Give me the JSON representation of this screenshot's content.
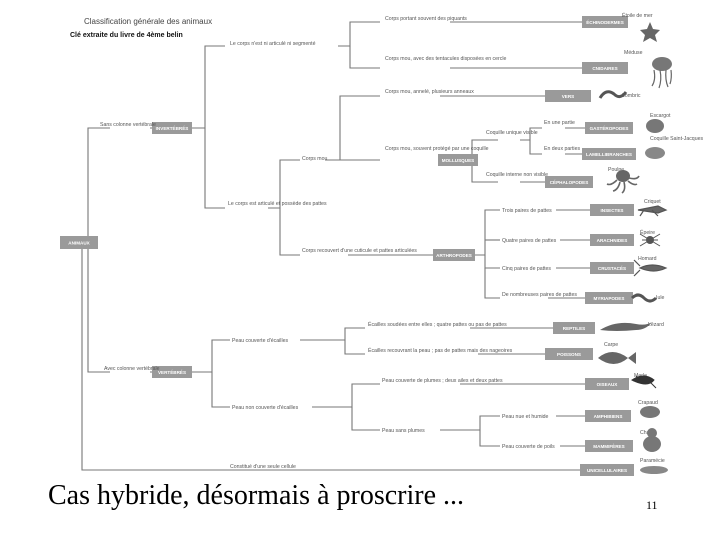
{
  "title": "Classification générale des animaux",
  "subtitle": "Clé extraite du livre de 4ème belin",
  "root": "ANIMAUX",
  "groups": {
    "invertebres": "INVERTÉBRÉS",
    "vertebres": "VERTÉBRÉS",
    "mollusques": "MOLLUSQUES",
    "arthropodes": "ARTHROPODES",
    "echinodermes": "ÉCHINODERMES",
    "cnidaires": "CNIDAIRES",
    "vers": "VERS",
    "gasteropodes": "GASTÉROPODES",
    "lamellibranches": "LAMELLIBRANCHES",
    "cephalopodes": "CÉPHALOPODES",
    "insectes": "INSECTES",
    "arachnides": "ARACHNIDES",
    "crustaces": "CRUSTACÉS",
    "myriapodes": "MYRIAPODES",
    "reptiles": "REPTILES",
    "poissons": "POISSONS",
    "oiseaux": "OISEAUX",
    "amphibiens": "AMPHIBIENS",
    "mammiferes": "MAMMIFÈRES",
    "unicellulaires": "UNICELLULAIRES"
  },
  "criteria": {
    "sans_colonne": "Sans colonne vertébrale",
    "avec_colonne": "Avec colonne vertébrale",
    "corps_mou_ni_pattes": "Le corps n'est ni articulé ni segmenté",
    "corps_piquants": "Corps portant souvent des piquants",
    "corps_mou_tentacules": "Corps mou, avec des tentacules disposées en cercle",
    "corps_mou_annele": "Corps mou, annelé, plusieurs anneaux",
    "corps_mou": "Corps mou",
    "corps_mou_coquille": "Corps mou, souvent protégé par une coquille",
    "coquille_visible": "Coquille unique visible",
    "en_une_partie": "En une partie",
    "en_deux_parties": "En deux parties",
    "coquille_interne": "Coquille interne non visible",
    "corps_articule": "Le corps est articulé et possède des pattes",
    "pattes_articulees": "Corps recouvert d'une cuticule et pattes articulées",
    "trois_paires": "Trois paires de pattes",
    "quatre_paires": "Quatre paires de pattes",
    "cinq_paires": "Cinq paires de pattes",
    "nombreuses_paires": "De nombreuses paires de pattes",
    "peau_ecailles": "Peau couverte d'écailles",
    "ecailles_soudees": "Écailles soudées entre elles ; quatre pattes ou pas de pattes",
    "ecailles_nageoires": "Écailles recouvrant la peau ; pas de pattes mais des nageoires",
    "peau_non_ecailles": "Peau non couverte d'écailles",
    "plumes_ailes": "Peau couverte de plumes ; deux ailes et deux pattes",
    "sans_plumes": "Peau sans plumes",
    "peau_nue": "Peau nue et humide",
    "peau_poils": "Peau couverte de poils",
    "cellule_unique": "Constitué d'une seule cellule"
  },
  "species": {
    "etoile": "Étoile de mer",
    "meduse": "Méduse",
    "lombric": "Lombric",
    "escargot": "Escargot",
    "coquille": "Coquille Saint-Jacques",
    "poulpe": "Poulpe",
    "criquet": "Criquet",
    "epeire": "Épeire",
    "homard": "Homard",
    "iule": "Iule",
    "lezard": "Lézard",
    "carpe": "Carpe",
    "merle": "Merle",
    "crapaud": "Crapaud",
    "chat": "Chat",
    "paramecie": "Paramécie"
  },
  "caption": "Cas hybride, désormais à proscrire ...",
  "page_number": "11",
  "colors": {
    "box": "#9a9a9a",
    "line": "#777777"
  }
}
